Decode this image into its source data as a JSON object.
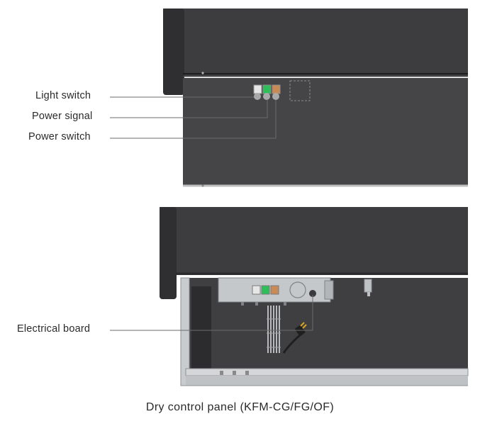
{
  "top_view": {
    "callouts": [
      {
        "id": "light-switch",
        "label": "Light switch"
      },
      {
        "id": "power-signal",
        "label": "Power signal"
      },
      {
        "id": "power-switch",
        "label": "Power switch"
      }
    ],
    "button_colors": [
      "#e6e6e6",
      "#2fbf5a",
      "#c98a55"
    ]
  },
  "bottom_view": {
    "callouts": [
      {
        "id": "electrical-board",
        "label": "Electrical board"
      }
    ],
    "button_colors": [
      "#e6e6e6",
      "#2fbf5a",
      "#c98a55"
    ]
  },
  "caption": "Dry control panel (KFM-CG/FG/OF)",
  "colors": {
    "cabinet_dark": "#3b3b3d",
    "cabinet_mid": "#47474a",
    "steel": "#c9cccf",
    "leader_line": "#6b6b6b"
  }
}
